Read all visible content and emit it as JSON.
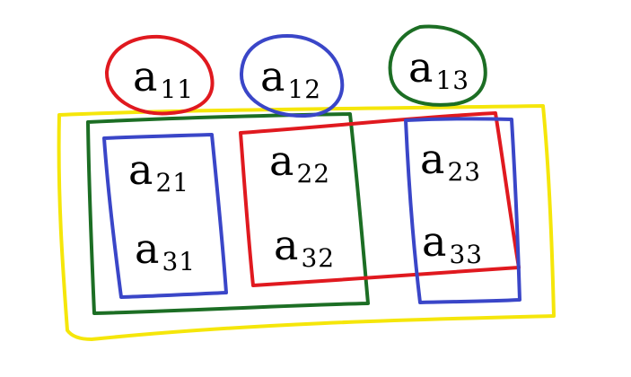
{
  "colors": {
    "red": "#e0191f",
    "blue": "#3a46c8",
    "green": "#1c6e24",
    "yellow": "#f5e60a",
    "ink": "#000000"
  },
  "entries": [
    {
      "id": "a11",
      "base": "a",
      "sub": "11"
    },
    {
      "id": "a12",
      "base": "a",
      "sub": "12"
    },
    {
      "id": "a13",
      "base": "a",
      "sub": "13"
    },
    {
      "id": "a21",
      "base": "a",
      "sub": "21"
    },
    {
      "id": "a22",
      "base": "a",
      "sub": "22"
    },
    {
      "id": "a23",
      "base": "a",
      "sub": "23"
    },
    {
      "id": "a31",
      "base": "a",
      "sub": "31"
    },
    {
      "id": "a32",
      "base": "a",
      "sub": "32"
    },
    {
      "id": "a33",
      "base": "a",
      "sub": "33"
    }
  ]
}
